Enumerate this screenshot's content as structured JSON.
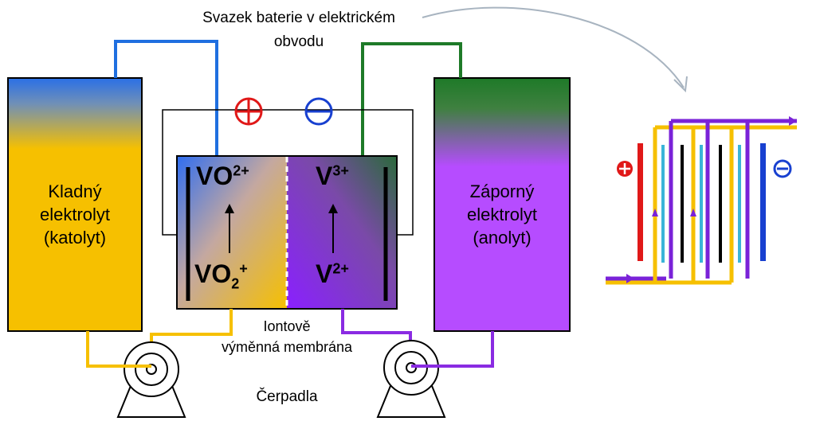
{
  "title": {
    "line1": "Svazek baterie v elektrickém",
    "line2": "obvodu"
  },
  "left_tank": {
    "line1": "Kladný",
    "line2": "elektrolyt",
    "line3": "(katolyt)"
  },
  "right_tank": {
    "line1": "Záporný",
    "line2": "elektrolyt",
    "line3": "(anolyt)"
  },
  "cell": {
    "top_left_base": "VO",
    "top_left_sup": "2+",
    "bottom_left_base": "VO",
    "bottom_left_sub": "2",
    "bottom_left_sup": "+",
    "top_right_base": "V",
    "top_right_sup": "3+",
    "bottom_right_base": "V",
    "bottom_right_sup": "2+"
  },
  "symbols": {
    "plus": "⊕",
    "minus": "⊖"
  },
  "membrane": {
    "line1": "Iontově",
    "line2": "výměnná membrána"
  },
  "pumps_label": "Čerpadla",
  "colors": {
    "catholyte": "#f6c000",
    "catholyte_top": "#1f6fe0",
    "anolyte": "#b64cff",
    "anolyte_top": "#1e7a28",
    "wire_blue": "#1f6fe0",
    "wire_green": "#1e7a28",
    "pipe_yellow": "#f6c000",
    "pipe_purple": "#8a2be2",
    "plus_red": "#e01818",
    "minus_blue": "#1840d0",
    "cyan": "#3ab4d8"
  }
}
